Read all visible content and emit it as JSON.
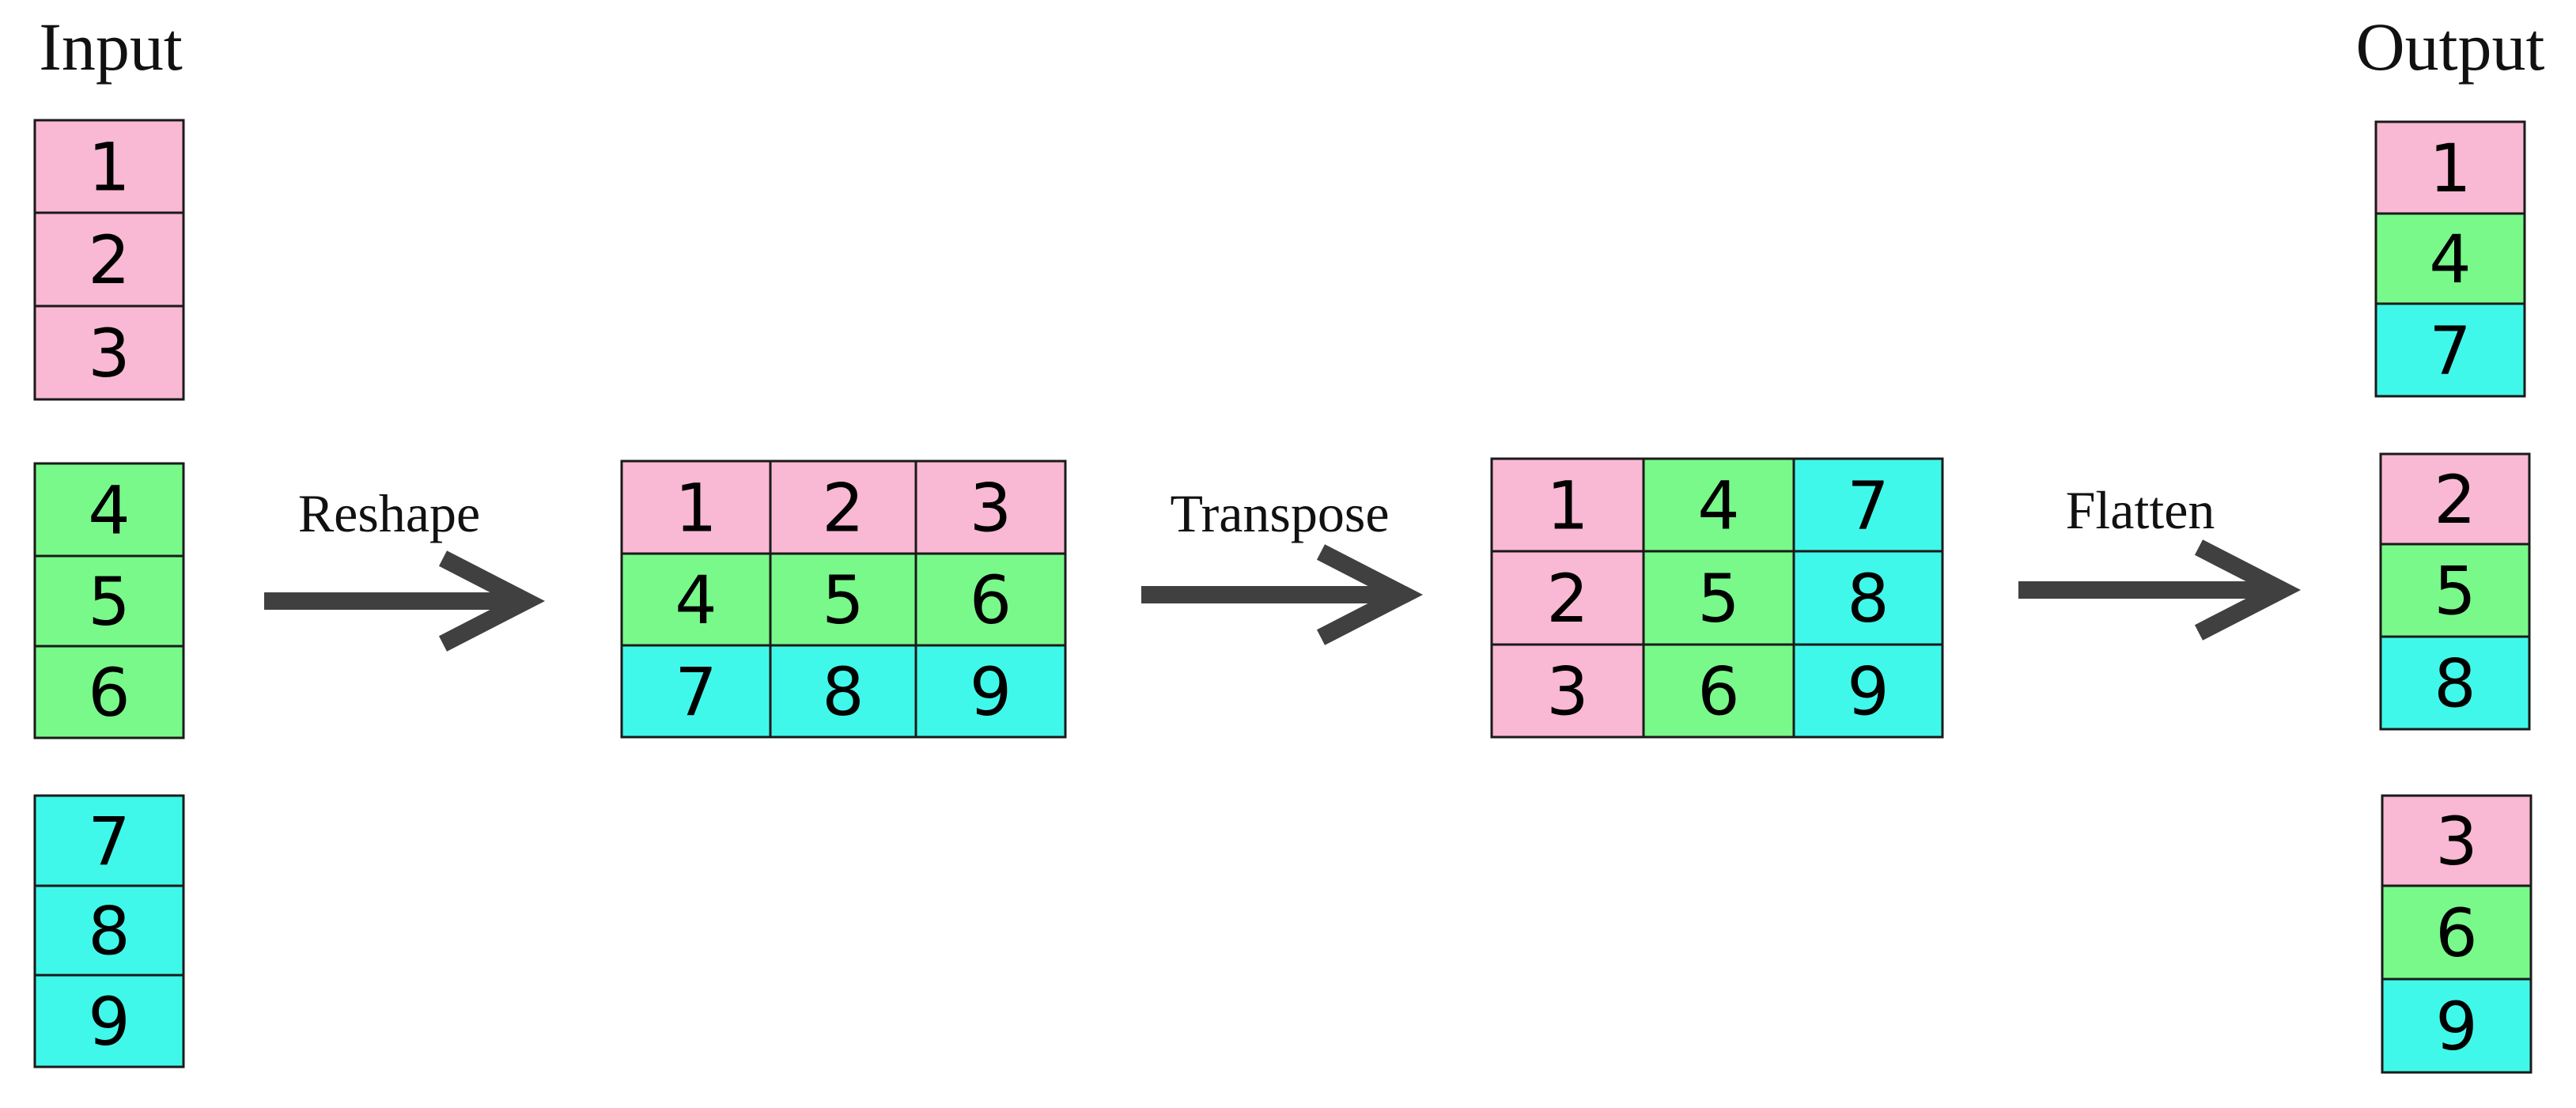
{
  "labels": {
    "input": "Input",
    "output": "Output",
    "reshape": "Reshape",
    "transpose": "Transpose",
    "flatten": "Flatten"
  },
  "colors": {
    "pink": "#f9b8d3",
    "green": "#78f98a",
    "cyan": "#40f8e9",
    "arrow": "#404040",
    "border": "#1a1a1a"
  },
  "input_groups": [
    {
      "color": "pink",
      "values": [
        "1",
        "2",
        "3"
      ]
    },
    {
      "color": "green",
      "values": [
        "4",
        "5",
        "6"
      ]
    },
    {
      "color": "cyan",
      "values": [
        "7",
        "8",
        "9"
      ]
    }
  ],
  "reshaped_matrix": {
    "rows": [
      [
        {
          "value": "1",
          "color": "pink"
        },
        {
          "value": "2",
          "color": "pink"
        },
        {
          "value": "3",
          "color": "pink"
        }
      ],
      [
        {
          "value": "4",
          "color": "green"
        },
        {
          "value": "5",
          "color": "green"
        },
        {
          "value": "6",
          "color": "green"
        }
      ],
      [
        {
          "value": "7",
          "color": "cyan"
        },
        {
          "value": "8",
          "color": "cyan"
        },
        {
          "value": "9",
          "color": "cyan"
        }
      ]
    ]
  },
  "transposed_matrix": {
    "rows": [
      [
        {
          "value": "1",
          "color": "pink"
        },
        {
          "value": "4",
          "color": "green"
        },
        {
          "value": "7",
          "color": "cyan"
        }
      ],
      [
        {
          "value": "2",
          "color": "pink"
        },
        {
          "value": "5",
          "color": "green"
        },
        {
          "value": "8",
          "color": "cyan"
        }
      ],
      [
        {
          "value": "3",
          "color": "pink"
        },
        {
          "value": "6",
          "color": "green"
        },
        {
          "value": "9",
          "color": "cyan"
        }
      ]
    ]
  },
  "output_groups": [
    {
      "cells": [
        {
          "value": "1",
          "color": "pink"
        },
        {
          "value": "4",
          "color": "green"
        },
        {
          "value": "7",
          "color": "cyan"
        }
      ]
    },
    {
      "cells": [
        {
          "value": "2",
          "color": "pink"
        },
        {
          "value": "5",
          "color": "green"
        },
        {
          "value": "8",
          "color": "cyan"
        }
      ]
    },
    {
      "cells": [
        {
          "value": "3",
          "color": "pink"
        },
        {
          "value": "6",
          "color": "green"
        },
        {
          "value": "9",
          "color": "cyan"
        }
      ]
    }
  ]
}
